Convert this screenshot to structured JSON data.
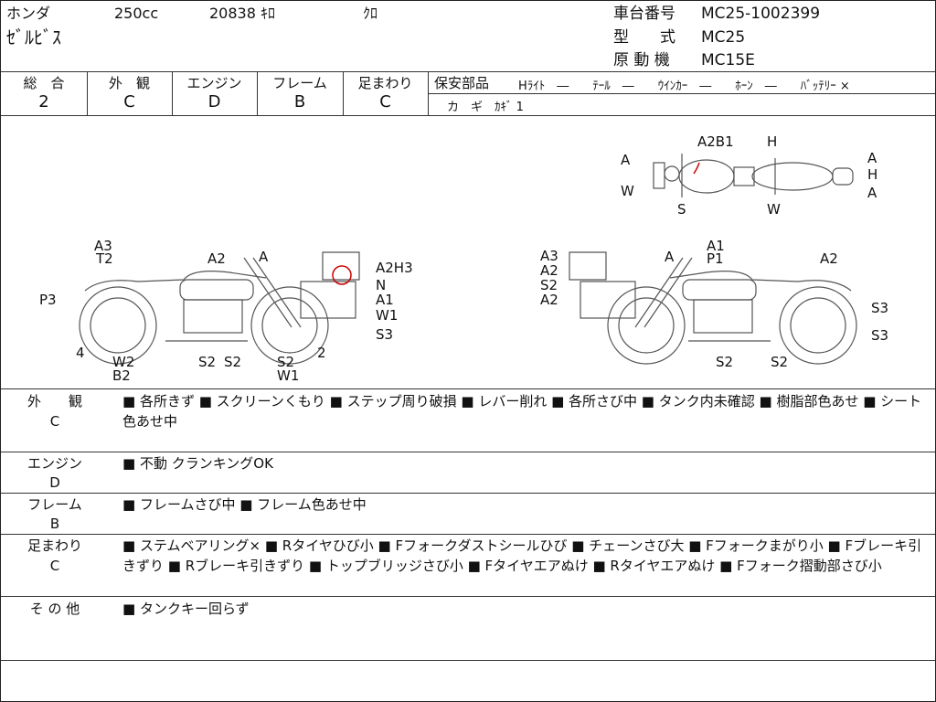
{
  "header": {
    "maker": "ホンダ",
    "displacement": "250cc",
    "mileage": "20838 ｷﾛ",
    "color": "ｸﾛ",
    "model_name": "ｾﾞﾙﾋﾞｽ",
    "frame_no_label": "車台番号",
    "frame_no": "MC25-1002399",
    "type_label": "型　　式",
    "type_value": "MC25",
    "engine_label": "原 動 機",
    "engine_value": "MC15E"
  },
  "grades": {
    "overall_label": "総　合",
    "overall": "2",
    "exterior_label": "外　観",
    "exterior": "C",
    "engine_label": "エンジン",
    "engine": "D",
    "frame_label": "フレーム",
    "frame": "B",
    "suspension_label": "足まわり",
    "suspension": "C"
  },
  "safety": {
    "label": "保安部品",
    "items": "Hﾗｲﾄ　―　　ﾃｰﾙ　―　　ｳｲﾝｶｰ　―　　ﾎｰﾝ　―　　ﾊﾞｯﾃﾘｰ ×",
    "key_line": "カ　ギ　ｶｷﾞ 1"
  },
  "diagram_labels": {
    "top": [
      "A2B1",
      "H",
      "A",
      "W",
      "S",
      "W",
      "A",
      "H",
      "A"
    ],
    "left": [
      "A3",
      "T2",
      "P3",
      "A2",
      "A",
      "A2H3",
      "N",
      "A1",
      "W1",
      "S3",
      "4",
      "W2",
      "B2",
      "S2",
      "S2",
      "S2",
      "W1",
      "2"
    ],
    "right": [
      "A3",
      "A2",
      "S2",
      "A2",
      "A",
      "A1",
      "P1",
      "A2",
      "S3",
      "S3",
      "S2",
      "S2"
    ]
  },
  "sections": [
    {
      "title": "外　　観",
      "grade": "C",
      "body": "■ 各所きず ■ スクリーンくもり ■ ステップ周り破損 ■ レバー削れ ■ 各所さび中 ■ タンク内未確認 ■ 樹脂部色あせ ■ シート色あせ中"
    },
    {
      "title": "エンジン",
      "grade": "D",
      "body": "■ 不動 クランキングOK"
    },
    {
      "title": "フレーム",
      "grade": "B",
      "body": "■ フレームさび中 ■ フレーム色あせ中"
    },
    {
      "title": "足まわり",
      "grade": "C",
      "body": "■ ステムベアリング× ■ Rタイヤひび小 ■ Fフォークダストシールひび ■ チェーンさび大 ■ Fフォークまがり小 ■ Fブレーキ引きずり ■ Rブレーキ引きずり ■ トップブリッジさび小 ■ Fタイヤエアぬけ ■ Rタイヤエアぬけ ■ Fフォーク摺動部さび小"
    },
    {
      "title": "そ の 他",
      "grade": "",
      "body": "■ タンクキー回らず"
    }
  ]
}
